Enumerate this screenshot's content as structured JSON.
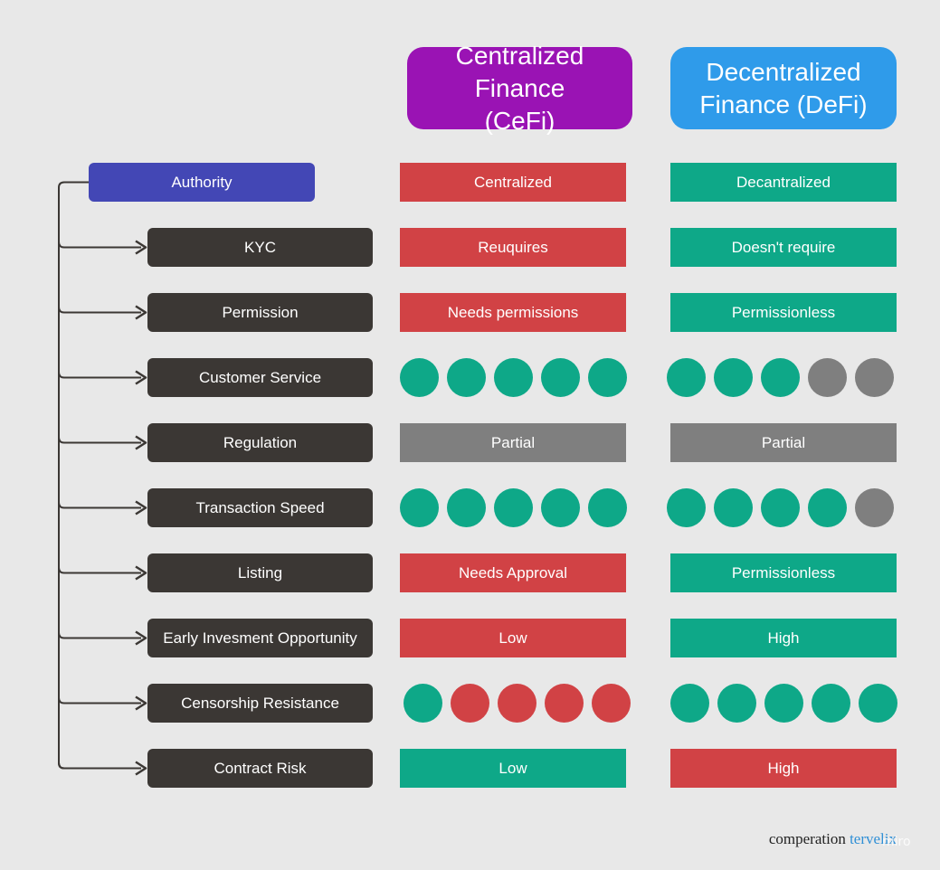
{
  "colors": {
    "cefi_header": "#9a13b4",
    "defi_header": "#2f9bea",
    "authority": "#4347b5",
    "label": "#3b3734",
    "red": "#d14245",
    "green": "#0ea888",
    "gray": "#7f7f7f"
  },
  "headers": {
    "cefi": [
      "Centralized Finance",
      "(CeFi)"
    ],
    "defi": [
      "Decentralized",
      "Finance (DeFi)"
    ]
  },
  "rows": [
    {
      "label": "Authority",
      "cefi": {
        "type": "text",
        "text": "Centralized",
        "color": "red"
      },
      "defi": {
        "type": "text",
        "text": "Decantralized",
        "color": "green"
      }
    },
    {
      "label": "KYC",
      "cefi": {
        "type": "text",
        "text": "Reuquires",
        "color": "red"
      },
      "defi": {
        "type": "text",
        "text": "Doesn't require",
        "color": "green"
      }
    },
    {
      "label": "Permission",
      "cefi": {
        "type": "text",
        "text": "Needs permissions",
        "color": "red"
      },
      "defi": {
        "type": "text",
        "text": "Permissionless",
        "color": "green"
      }
    },
    {
      "label": "Customer Service",
      "cefi": {
        "type": "dots",
        "dots": [
          "green",
          "green",
          "green",
          "green",
          "green"
        ]
      },
      "defi": {
        "type": "dots",
        "dots": [
          "green",
          "green",
          "green",
          "gray",
          "gray"
        ]
      }
    },
    {
      "label": "Regulation",
      "cefi": {
        "type": "text",
        "text": "Partial",
        "color": "gray"
      },
      "defi": {
        "type": "text",
        "text": "Partial",
        "color": "gray"
      }
    },
    {
      "label": "Transaction Speed",
      "cefi": {
        "type": "dots",
        "dots": [
          "green",
          "green",
          "green",
          "green",
          "green"
        ]
      },
      "defi": {
        "type": "dots",
        "dots": [
          "green",
          "green",
          "green",
          "green",
          "gray"
        ]
      }
    },
    {
      "label": "Listing",
      "cefi": {
        "type": "text",
        "text": "Needs Approval",
        "color": "red"
      },
      "defi": {
        "type": "text",
        "text": "Permissionless",
        "color": "green"
      }
    },
    {
      "label": "Early Invesment Opportunity",
      "cefi": {
        "type": "text",
        "text": "Low",
        "color": "red"
      },
      "defi": {
        "type": "text",
        "text": "High",
        "color": "green"
      }
    },
    {
      "label": "Censorship Resistance",
      "cefi": {
        "type": "dots",
        "dots": [
          "green",
          "red",
          "red",
          "red",
          "red"
        ]
      },
      "defi": {
        "type": "dots",
        "dots": [
          "green",
          "green",
          "green",
          "green",
          "green"
        ]
      }
    },
    {
      "label": "Contract Risk",
      "cefi": {
        "type": "text",
        "text": "Low",
        "color": "green"
      },
      "defi": {
        "type": "text",
        "text": "High",
        "color": "red"
      }
    }
  ],
  "footer": {
    "text": "comperation",
    "brand": "tervelix",
    "watermark": "miro"
  }
}
